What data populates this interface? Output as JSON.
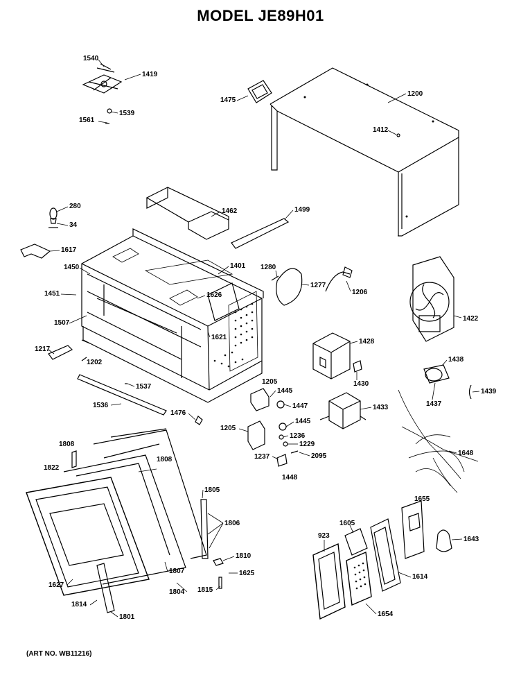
{
  "title": "MODEL JE89H01",
  "art_no": "(ART NO. WB11216)",
  "parts": [
    {
      "id": "p1540",
      "label": "1540"
    },
    {
      "id": "p1419",
      "label": "1419"
    },
    {
      "id": "p1539",
      "label": "1539"
    },
    {
      "id": "p1561",
      "label": "1561"
    },
    {
      "id": "p1475",
      "label": "1475"
    },
    {
      "id": "p1200",
      "label": "1200"
    },
    {
      "id": "p1412",
      "label": "1412"
    },
    {
      "id": "p280",
      "label": "280"
    },
    {
      "id": "p34",
      "label": "34"
    },
    {
      "id": "p1462",
      "label": "1462"
    },
    {
      "id": "p1499",
      "label": "1499"
    },
    {
      "id": "p1617",
      "label": "1617"
    },
    {
      "id": "p1450",
      "label": "1450"
    },
    {
      "id": "p1401",
      "label": "1401"
    },
    {
      "id": "p1280",
      "label": "1280"
    },
    {
      "id": "p1277",
      "label": "1277"
    },
    {
      "id": "p1206",
      "label": "1206"
    },
    {
      "id": "p1451",
      "label": "1451"
    },
    {
      "id": "p1626",
      "label": "1626"
    },
    {
      "id": "p1422",
      "label": "1422"
    },
    {
      "id": "p1507",
      "label": "1507"
    },
    {
      "id": "p1621",
      "label": "1621"
    },
    {
      "id": "p1217",
      "label": "1217"
    },
    {
      "id": "p1428",
      "label": "1428"
    },
    {
      "id": "p1202",
      "label": "1202"
    },
    {
      "id": "p1438",
      "label": "1438"
    },
    {
      "id": "p1430",
      "label": "1430"
    },
    {
      "id": "p1205a",
      "label": "1205"
    },
    {
      "id": "p1537",
      "label": "1537"
    },
    {
      "id": "p1445a",
      "label": "1445"
    },
    {
      "id": "p1439",
      "label": "1439"
    },
    {
      "id": "p1437",
      "label": "1437"
    },
    {
      "id": "p1536",
      "label": "1536"
    },
    {
      "id": "p1447",
      "label": "1447"
    },
    {
      "id": "p1433",
      "label": "1433"
    },
    {
      "id": "p1476",
      "label": "1476"
    },
    {
      "id": "p1445b",
      "label": "1445"
    },
    {
      "id": "p1205b",
      "label": "1205"
    },
    {
      "id": "p1236",
      "label": "1236"
    },
    {
      "id": "p1229",
      "label": "1229"
    },
    {
      "id": "p1237",
      "label": "1237"
    },
    {
      "id": "p2095",
      "label": "2095"
    },
    {
      "id": "p1648",
      "label": "1648"
    },
    {
      "id": "p1808a",
      "label": "1808"
    },
    {
      "id": "p1808b",
      "label": "1808"
    },
    {
      "id": "p1822",
      "label": "1822"
    },
    {
      "id": "p1448",
      "label": "1448"
    },
    {
      "id": "p1805",
      "label": "1805"
    },
    {
      "id": "p1655",
      "label": "1655"
    },
    {
      "id": "p1806",
      "label": "1806"
    },
    {
      "id": "p1605",
      "label": "1605"
    },
    {
      "id": "p923",
      "label": "923"
    },
    {
      "id": "p1643",
      "label": "1643"
    },
    {
      "id": "p1810",
      "label": "1810"
    },
    {
      "id": "p1625",
      "label": "1625"
    },
    {
      "id": "p1807",
      "label": "1807"
    },
    {
      "id": "p1614",
      "label": "1614"
    },
    {
      "id": "p1627",
      "label": "1627"
    },
    {
      "id": "p1815",
      "label": "1815"
    },
    {
      "id": "p1804",
      "label": "1804"
    },
    {
      "id": "p1814",
      "label": "1814"
    },
    {
      "id": "p1801",
      "label": "1801"
    },
    {
      "id": "p1654",
      "label": "1654"
    }
  ]
}
